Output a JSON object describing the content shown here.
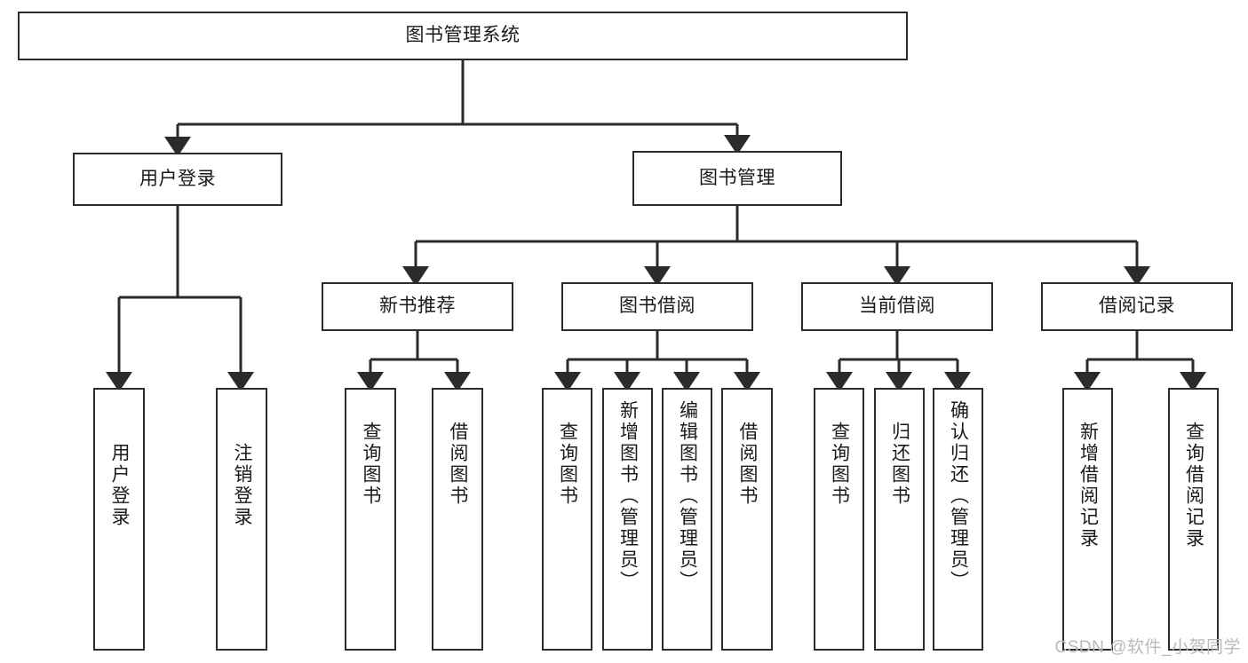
{
  "diagram": {
    "type": "tree-hierarchy",
    "title": "图书管理系统",
    "root": {
      "id": "root",
      "label": "图书管理系统"
    },
    "level2": [
      {
        "id": "user-login",
        "label": "用户登录"
      },
      {
        "id": "book-manage",
        "label": "图书管理"
      }
    ],
    "level3": [
      {
        "id": "new-book-recommend",
        "label": "新书推荐"
      },
      {
        "id": "book-borrow",
        "label": "图书借阅"
      },
      {
        "id": "current-borrow",
        "label": "当前借阅"
      },
      {
        "id": "borrow-record",
        "label": "借阅记录"
      }
    ],
    "leaves": {
      "user_login": [
        {
          "id": "leaf-user-login",
          "label": "用户登录"
        },
        {
          "id": "leaf-logout-login",
          "label": "注销登录"
        }
      ],
      "new_book_recommend": [
        {
          "id": "leaf-query-book-1",
          "label": "查询图书"
        },
        {
          "id": "leaf-borrow-book-1",
          "label": "借阅图书"
        }
      ],
      "book_borrow": [
        {
          "id": "leaf-query-book-2",
          "label": "查询图书"
        },
        {
          "id": "leaf-add-book",
          "label": "新增图书（管理员）"
        },
        {
          "id": "leaf-edit-book",
          "label": "编辑图书（管理员）"
        },
        {
          "id": "leaf-borrow-book-2",
          "label": "借阅图书"
        }
      ],
      "current_borrow": [
        {
          "id": "leaf-query-book-3",
          "label": "查询图书"
        },
        {
          "id": "leaf-return-book",
          "label": "归还图书"
        },
        {
          "id": "leaf-confirm-return",
          "label": "确认归还（管理员）"
        }
      ],
      "borrow_record": [
        {
          "id": "leaf-add-record",
          "label": "新增借阅记录"
        },
        {
          "id": "leaf-query-record",
          "label": "查询借阅记录"
        }
      ]
    }
  },
  "watermark": {
    "text": "CSDN @软件_小贺同学"
  },
  "colors": {
    "stroke": "#2b2b2b",
    "background": "#ffffff",
    "text": "#1a1a1a",
    "watermark": "#b9b9b9"
  }
}
